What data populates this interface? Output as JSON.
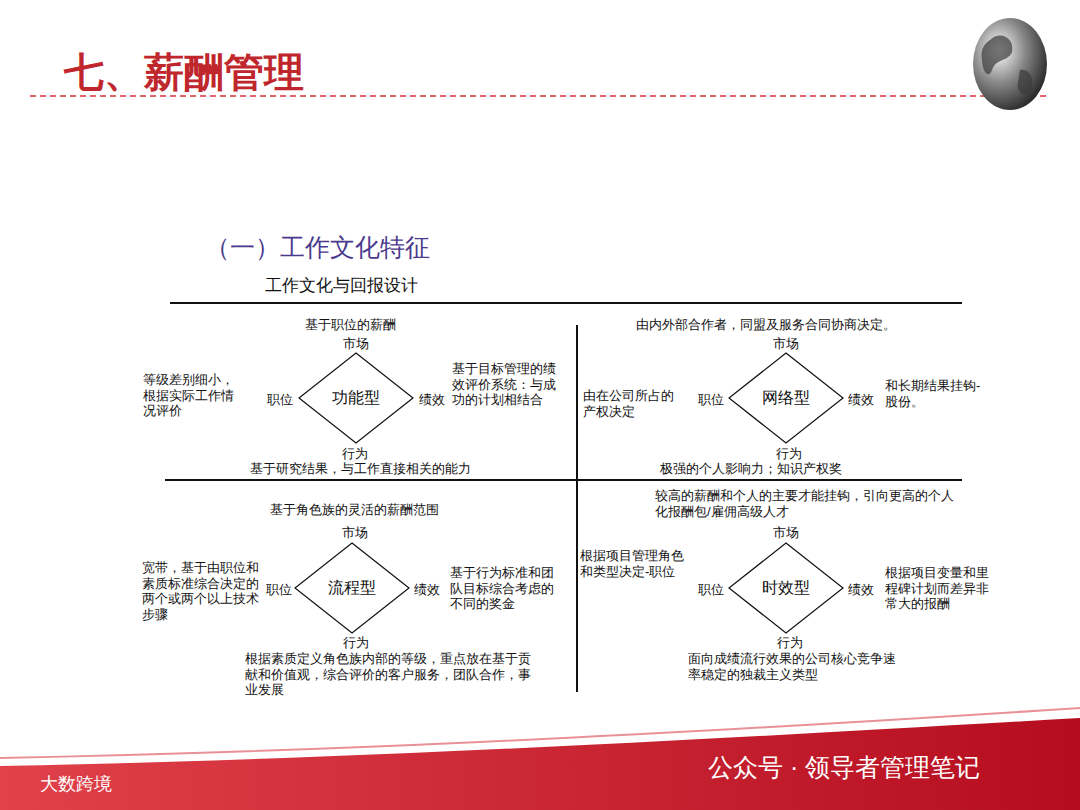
{
  "diagram": {
    "title": "七、薪酬管理",
    "nodes": [
      {
        "text": [
          "功能型"
        ]
      },
      {
        "text": [
          "网络型"
        ]
      },
      {
        "text": [
          "流程型"
        ]
      },
      {
        "text": [
          "时效型"
        ]
      }
    ],
    "labels": [
      "（一）工作文化特征",
      "工作文化与回报设计",
      "基于职位的薪酬",
      "市场",
      "职位",
      "绩效",
      "行为",
      "等级差别细小，根据实际工作情况评价",
      "基于目标管理的绩效评价系统：与成功的计划相结合",
      "基于研究结果，与工作直接相关的能力",
      "由内外部合作者，同盟及服务合同协商决定。",
      "市场",
      "由在公司所占的产权决定",
      "职位",
      "绩效",
      "和长期结果挂钩-股份。",
      "行为",
      "极强的个人影响力；知识产权奖",
      "基于角色族的灵活的薪酬范围",
      "市场",
      "宽带，基于由职位和素质标准综合决定的两个或两个以上技术步骤",
      "职位",
      "绩效",
      "基于行为标准和团队目标综合考虑的不同的奖金",
      "行为",
      "根据素质定义角色族内部的等级，重点放在基于贡献和价值观，综合评价的客户服务，团队合作，事业发展",
      "较高的薪酬和个人的主要才能挂钩，引向更高的个人化报酬包/雇佣高级人才",
      "市场",
      "根据项目管理角色和类型决定-职位",
      "职位",
      "绩效",
      "根据项目变量和里程碑计划而差异非常大的报酬",
      "行为",
      "面向成绩流行效果的公司核心竞争速率稳定的独裁主义类型",
      "公众号 · 领导者管理笔记",
      "大数跨境"
    ]
  }
}
